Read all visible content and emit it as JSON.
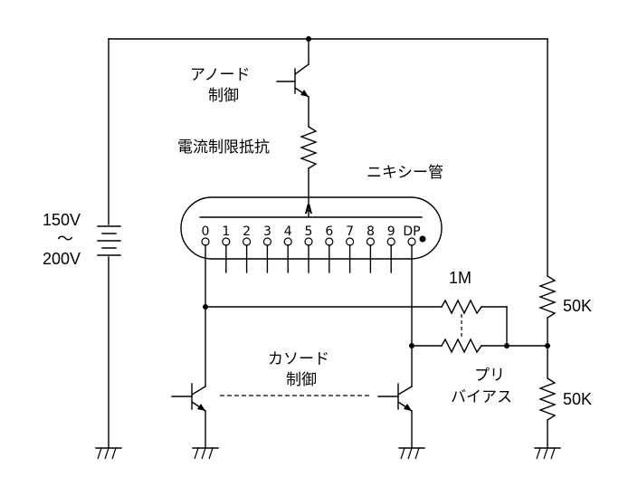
{
  "labels": {
    "anode_control": [
      "アノード",
      "制御"
    ],
    "current_limit_resistor": "電流制限抵抗",
    "nixie_tube": "ニキシー管",
    "anode_pin": "A",
    "supply_voltage": [
      "150V",
      "〜",
      "200V"
    ],
    "cathode_control": [
      "カソード",
      "制御"
    ],
    "pre_bias": [
      "プリ",
      "バイアス"
    ],
    "resistor_1m": "1M",
    "resistor_50k_top": "50K",
    "resistor_50k_bottom": "50K"
  },
  "cathode_pins": [
    "0",
    "1",
    "2",
    "3",
    "4",
    "5",
    "6",
    "7",
    "8",
    "9",
    "DP"
  ]
}
